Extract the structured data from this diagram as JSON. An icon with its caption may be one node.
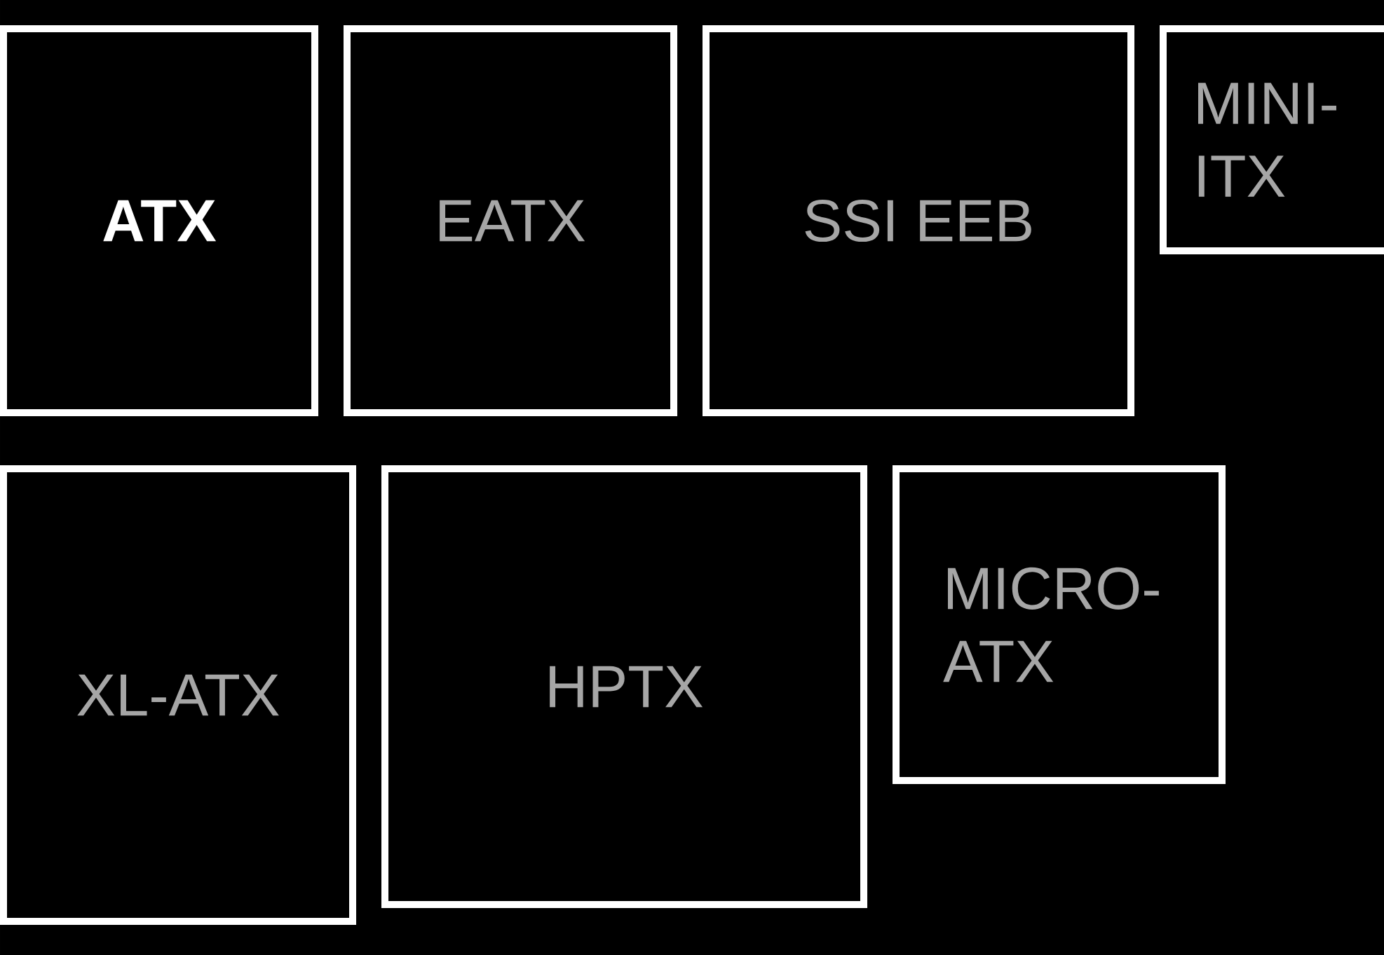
{
  "diagram": {
    "nodes": [
      {
        "text": [
          "ATX"
        ]
      },
      {
        "text": [
          "EATX"
        ]
      },
      {
        "text": [
          "SSI EEB"
        ]
      },
      {
        "text": [
          "MINI-ITX"
        ]
      },
      {
        "text": [
          "XL-ATX"
        ]
      },
      {
        "text": [
          "HPTX"
        ]
      },
      {
        "text": [
          "MICRO-ATX"
        ]
      }
    ]
  }
}
